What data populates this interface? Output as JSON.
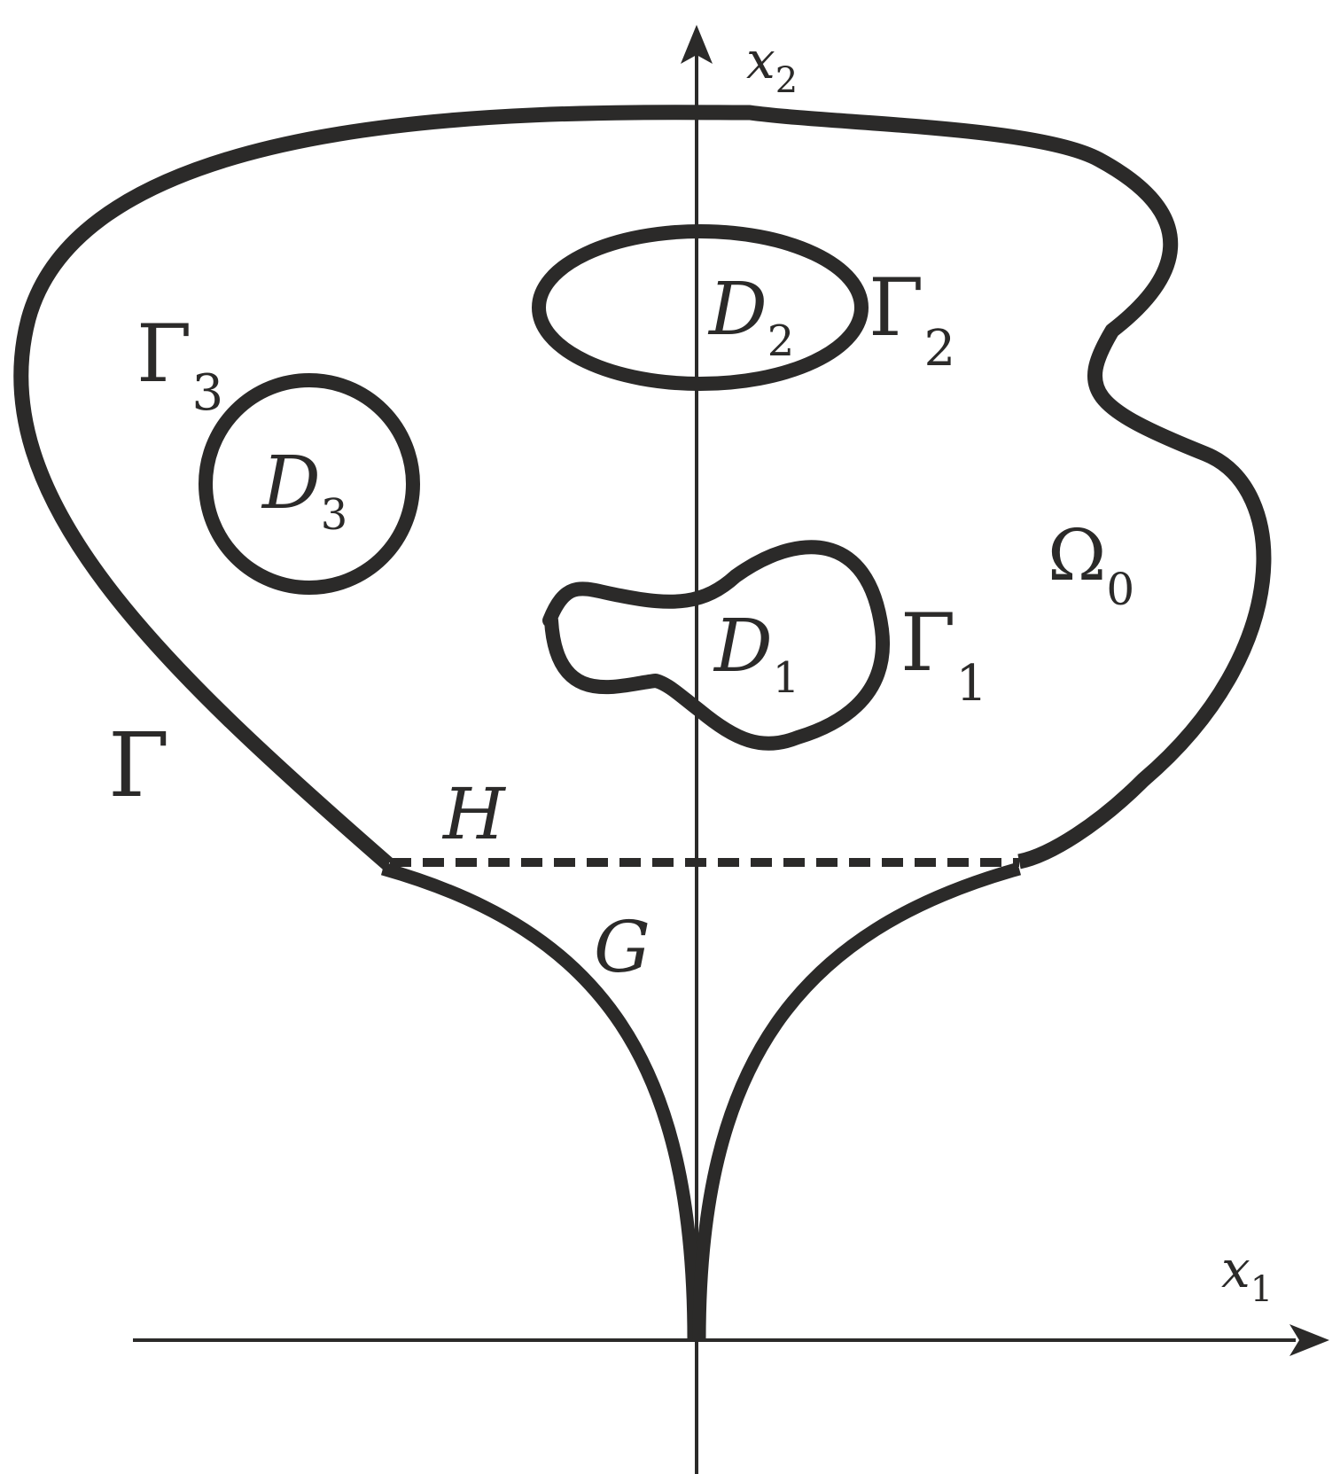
{
  "colors": {
    "ink": "#2b2a29",
    "background": "#ffffff"
  },
  "axes": {
    "x_label_main": "x",
    "x_label_sub": "1",
    "y_label_main": "x",
    "y_label_sub": "2"
  },
  "labels": {
    "gamma_outer": "Γ",
    "gamma1_main": "Γ",
    "gamma1_sub": "1",
    "gamma2_main": "Γ",
    "gamma2_sub": "2",
    "gamma3_main": "Γ",
    "gamma3_sub": "3",
    "d1_main": "D",
    "d1_sub": "1",
    "d2_main": "D",
    "d2_sub": "2",
    "d3_main": "D",
    "d3_sub": "3",
    "omega_main": "Ω",
    "omega_sub": "0",
    "h": "H",
    "g": "G"
  }
}
